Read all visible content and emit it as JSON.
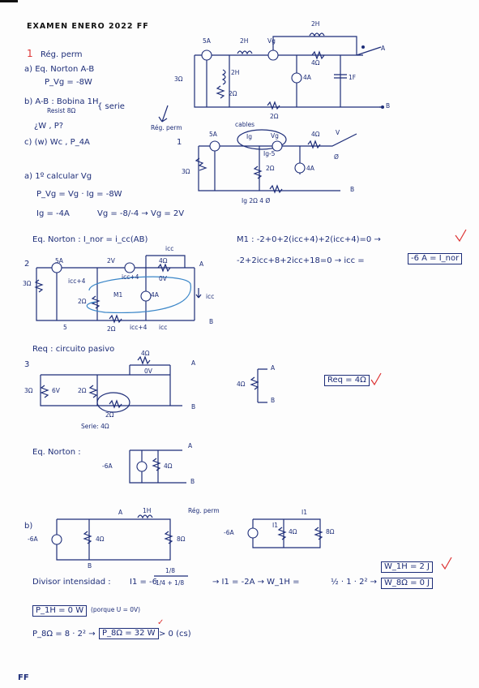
{
  "header": {
    "title": "EXAMEN ENERO 2022 FF"
  },
  "problem": {
    "number": "1",
    "title": "Rég. perm",
    "a_line": "a) Eq. Norton A-B",
    "a_sub": "P_Vg = -8W",
    "b_line1": "b) A-B : Bobina 1H",
    "b_line2": "Resist 8Ω",
    "b_serie": "{ serie",
    "b_q": "¿W , P?",
    "c_line": "c) (w) Wc , P_4A"
  },
  "top_circuit": {
    "l5A": "5A",
    "l2H": "2H",
    "lVg": "Vg",
    "l2H_b": "2H",
    "l4R": "4Ω",
    "lA": "A",
    "l3R": "3Ω",
    "l2H_c": "2H",
    "l4A": "4A",
    "l1F": "1F",
    "l2R_a": "2Ω",
    "l2R_b": "2Ω",
    "lB": "B"
  },
  "arrow_note": "Rég. perm",
  "circ1": {
    "num": "1",
    "l5A": "5A",
    "l3R": "3Ω",
    "lIg": "Ig",
    "lVg": "Vg",
    "lIgm": "Ig-5",
    "l2R": "2Ω",
    "l4R": "4Ω",
    "lV": "V",
    "lphi": "Ø",
    "l4A": "4A",
    "lB": "B",
    "bottom": "Ig  2Ω  4     Ø",
    "cable": "cables"
  },
  "part_a": {
    "l1": "a) 1º calcular Vg",
    "l2": "P_Vg = Vg · Ig = -8W",
    "l3": "Ig = -4A",
    "l4": "Vg = -8/-4 → Vg = 2V",
    "l5": "Eq. Norton :  I_nor = i_cc(AB)"
  },
  "mesh": {
    "m1": "M1 :  -2+0+2(icc+4)+2(icc+4)=0 →",
    "m2": "-2+2icc+8+2icc+18=0 → icc =",
    "m2_box": "-6 A = I_nor"
  },
  "circ2": {
    "num": "2",
    "l5A": "5A",
    "l2V": "2V",
    "licc": "icc",
    "l4R": "4Ω",
    "lA": "A",
    "l3R": "3Ω",
    "licc4": "icc+4",
    "licc4b": "icc+4",
    "lM1": "M1",
    "l4A": "4A",
    "l0V": "0V",
    "l2R": "2Ω",
    "licc_r": "icc",
    "l5": "5",
    "l2R_b": "2Ω",
    "licc4c": "icc+4",
    "licc_b": "icc",
    "lB": "B"
  },
  "req": {
    "title": "Req : circuito pasivo",
    "num": "3",
    "l4R": "4Ω",
    "l0V": "0V",
    "lA": "A",
    "l3R": "3Ω",
    "l6V": "6V",
    "l2R": "2Ω",
    "l2R_b": "2Ω",
    "lB": "B",
    "serie": "Serie: 4Ω",
    "eq_R": "4Ω",
    "eq_A": "A",
    "eq_B": "B",
    "result": "Req = 4Ω"
  },
  "norton": {
    "title": "Eq. Norton :",
    "l6A": "-6A",
    "l4R": "4Ω",
    "lA": "A",
    "lB": "B"
  },
  "part_b": {
    "label": "b)",
    "l6A": "-6A",
    "lA": "A",
    "l1H": "1H",
    "l4R": "4Ω",
    "l8R": "8Ω",
    "lB": "B",
    "rp": "Rég. perm",
    "l6A_r": "-6A",
    "lI1": "I1",
    "lI1b": "I1",
    "l4R_r": "4Ω",
    "l8R_r": "8Ω"
  },
  "divisor": {
    "text": "Divisor intensidad :",
    "eq1": "I1 = -6 ·",
    "num": "1/8",
    "den": "1/4 + 1/8",
    "eq2": "→ I1 = -2A  → W_1H =",
    "eq3": "½ · 1 · 2²  →",
    "box1": "W_1H = 2 J",
    "box2": "W_8Ω = 0 J"
  },
  "power": {
    "p1_box": "P_1H = 0 W",
    "p1_note": "(porque U = 0V)",
    "p2": "P_8Ω = 8 · 2²  →",
    "p2_box": "P_8Ω = 32 W",
    "p2_note": "> 0  (cs)"
  },
  "footer": {
    "mark": "FF"
  }
}
